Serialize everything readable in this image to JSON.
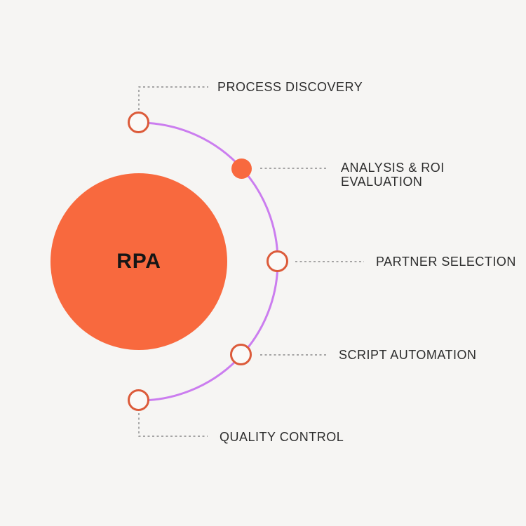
{
  "diagram": {
    "title": "RPA",
    "nodes": [
      {
        "name": "process-discovery",
        "marker": "hollow",
        "lines": [
          "PROCESS DISCOVERY"
        ]
      },
      {
        "name": "analysis-roi-evaluation",
        "marker": "filled",
        "lines": [
          "ANALYSIS & ROI",
          "EVALUATION"
        ]
      },
      {
        "name": "partner-selection",
        "marker": "hollow",
        "lines": [
          "PARTNER SELECTION"
        ]
      },
      {
        "name": "script-automation",
        "marker": "hollow",
        "lines": [
          "SCRIPT AUTOMATION"
        ]
      },
      {
        "name": "quality-control",
        "marker": "hollow",
        "lines": [
          "QUALITY CONTROL"
        ]
      }
    ]
  },
  "colors": {
    "background": "#F6F5F3",
    "main_circle": "#F8693E",
    "node_ring": "#DC5B3A",
    "node_inner": "#FAF9F7",
    "arc": "#CB7DEF",
    "connector": "#8A8A8A",
    "label_text": "#2D2D2D",
    "title_text": "#161616"
  }
}
